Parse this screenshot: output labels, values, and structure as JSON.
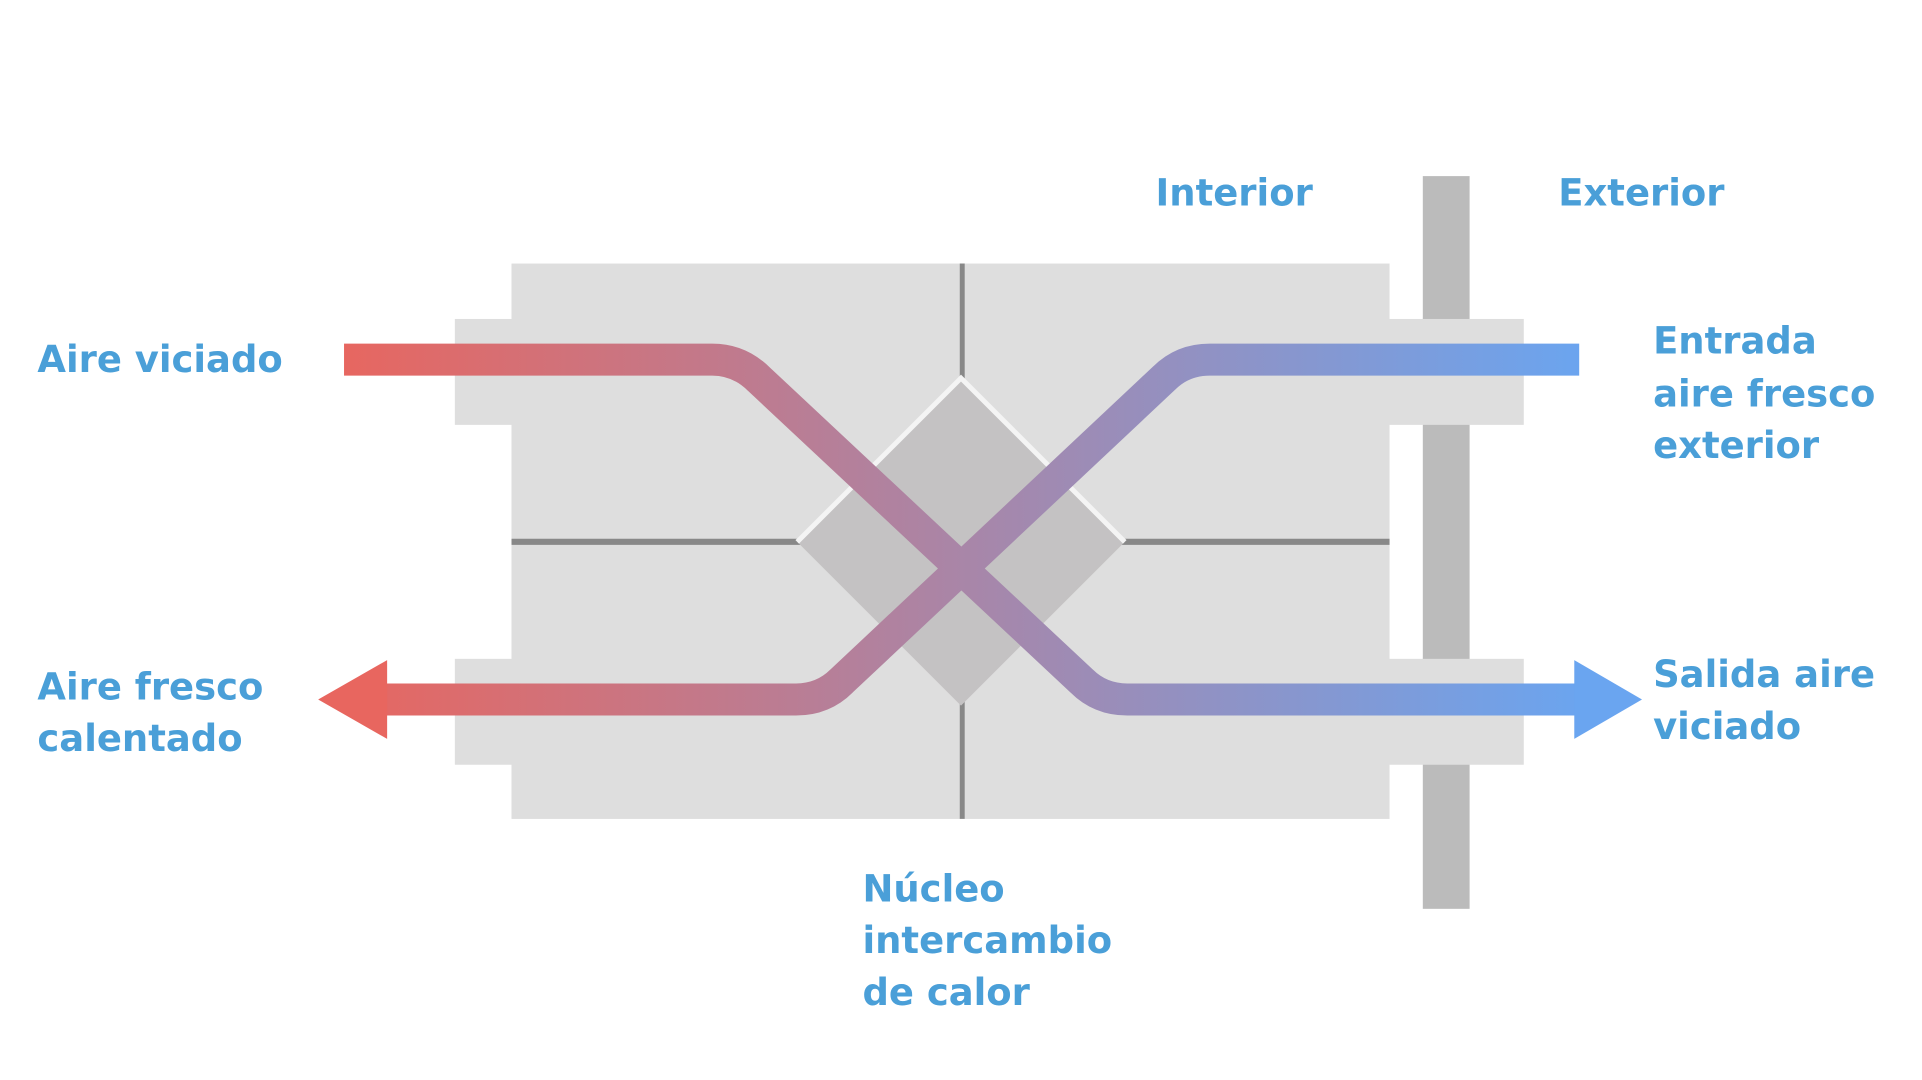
{
  "colors": {
    "label": "#4a9fd8",
    "warm": "#e8665f",
    "cool": "#6aa5f0",
    "housing": "#dedede",
    "core": "#c4c2c3",
    "wall": "#bbbbbb",
    "divider": "#888888"
  },
  "labels": {
    "interior": "Interior",
    "exterior": "Exterior",
    "stale_air_in": "Aire viciado",
    "fresh_air_in": [
      "Entrada",
      "aire fresco",
      "exterior"
    ],
    "fresh_air_out": [
      "Aire fresco",
      "calentado"
    ],
    "stale_air_out": [
      "Salida aire",
      "viciado"
    ],
    "core": [
      "Núcleo",
      "intercambio",
      "de calor"
    ]
  }
}
